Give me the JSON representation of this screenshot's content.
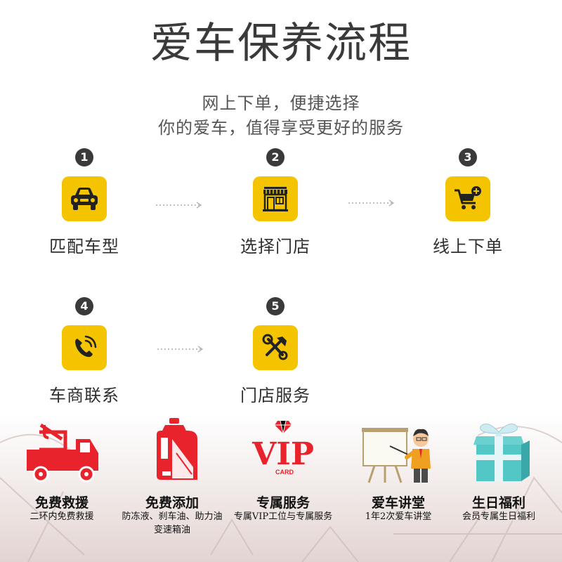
{
  "title": "爱车保养流程",
  "subtitle": [
    "网上下单，便捷选择",
    "你的爱车，值得享受更好的服务"
  ],
  "steps": [
    {
      "num": "1",
      "label": "匹配车型",
      "icon": "car-icon"
    },
    {
      "num": "2",
      "label": "选择门店",
      "icon": "store-icon"
    },
    {
      "num": "3",
      "label": "线上下单",
      "icon": "cart-add-icon"
    },
    {
      "num": "4",
      "label": "车商联系",
      "icon": "phone-icon"
    },
    {
      "num": "5",
      "label": "门店服务",
      "icon": "tools-icon"
    }
  ],
  "benefits": [
    {
      "title": "免费救援",
      "desc": "二环内免费救援",
      "icon": "tow-truck-icon"
    },
    {
      "title": "免费添加",
      "desc": "防冻液、刹车油、助力油",
      "desc2": "变速箱油",
      "icon": "oil-bottle-icon"
    },
    {
      "title": "专属服务",
      "desc": "专属VIP工位与专属服务",
      "icon": "vip-card-icon"
    },
    {
      "title": "爱车讲堂",
      "desc": "1年2次爱车讲堂",
      "icon": "lecturer-icon"
    },
    {
      "title": "生日福利",
      "desc": "会员专属生日福利",
      "icon": "gift-box-icon"
    }
  ],
  "vip_logo_text": {
    "main": "VIP",
    "sub": "CARD"
  },
  "colors": {
    "accent": "#f5c400",
    "dark": "#3a3a3a",
    "red": "#e8232b",
    "teal": "#53c6c6"
  }
}
